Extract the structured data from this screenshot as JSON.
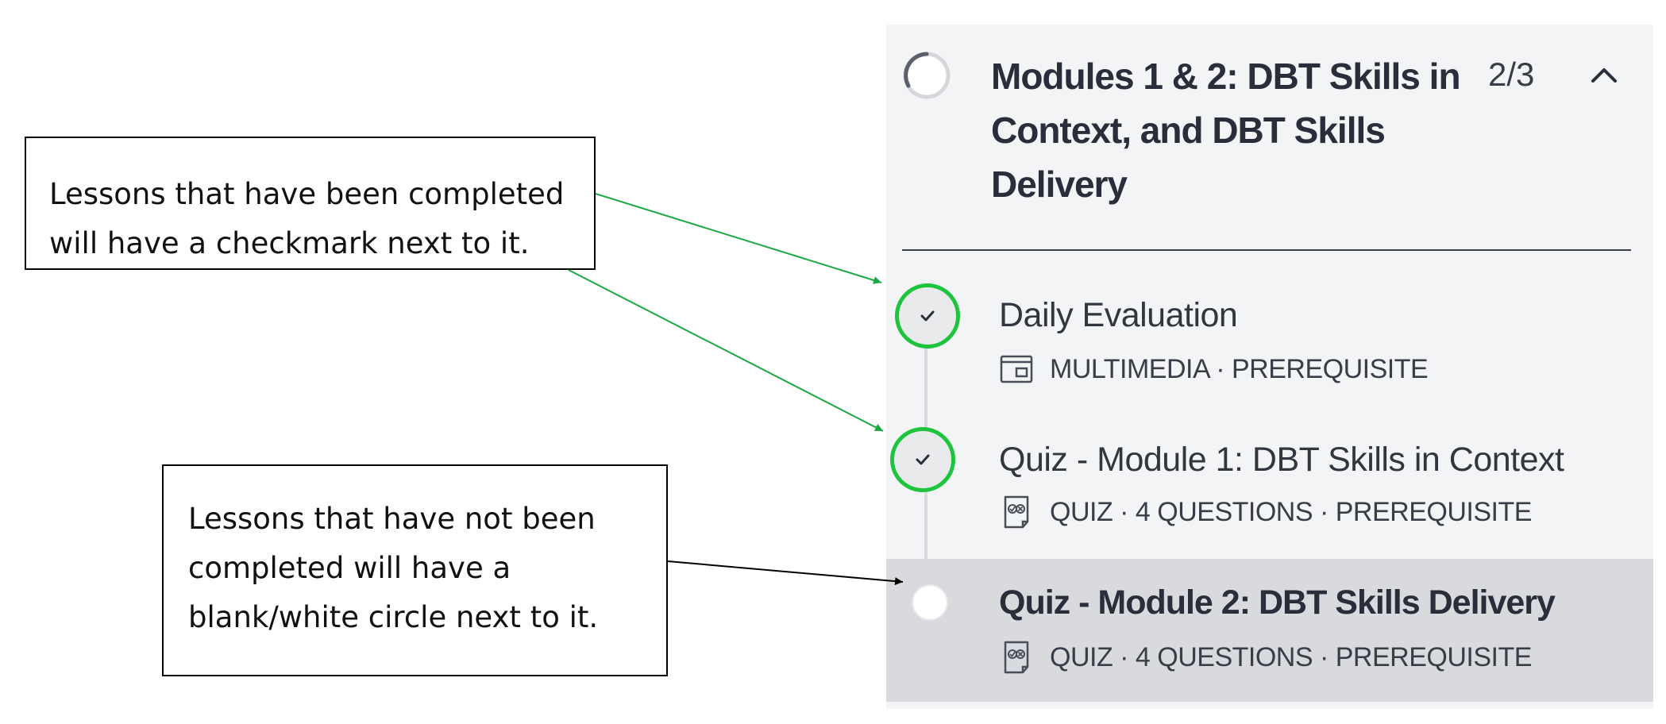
{
  "annotations": {
    "completed_note": {
      "lines": [
        "Lessons that have been completed",
        "will have a checkmark next to it."
      ]
    },
    "incomplete_note": {
      "lines": [
        "Lessons that have not been",
        "completed will have a",
        "blank/white circle next to it."
      ]
    }
  },
  "module": {
    "title_lines": [
      "Modules 1 & 2: DBT Skills in",
      "Context, and DBT Skills",
      "Delivery"
    ],
    "progress_count": "2/3"
  },
  "lessons": [
    {
      "title": "Daily Evaluation",
      "meta": "MULTIMEDIA · PREREQUISITE",
      "icon": "multimedia-icon",
      "completed": true
    },
    {
      "title": "Quiz - Module 1: DBT Skills in Context",
      "meta": "QUIZ · 4 QUESTIONS · PREREQUISITE",
      "icon": "quiz-icon",
      "completed": true
    },
    {
      "title": "Quiz - Module 2: DBT Skills Delivery",
      "meta": "QUIZ · 4 QUESTIONS · PREREQUISITE",
      "icon": "quiz-icon",
      "completed": false,
      "active": true
    }
  ],
  "colors": {
    "completed_ring": "#1ec43d",
    "panel_background": "#f3f4f5",
    "active_row": "#d9dadd",
    "text_dark": "#2b2d3b",
    "completed_arrow": "#1ba843",
    "incomplete_arrow": "#000000"
  }
}
